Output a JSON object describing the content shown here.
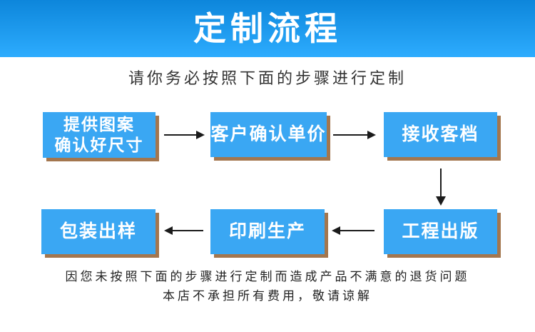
{
  "theme": {
    "banner_top": "#0d86db",
    "banner_bottom": "#2dacfe",
    "box_blue": "#3aa7f3",
    "box_shadow_brown": "#a3764e",
    "arrow_black": "#1b1b1b",
    "text_dark": "#333333",
    "text_white": "#ffffff"
  },
  "banner": {
    "title": "定制流程"
  },
  "subtitle": "请你务必按照下面的步骤进行定制",
  "flow": {
    "steps": [
      {
        "key": "provide-artwork",
        "lines": [
          "提供图案",
          "确认好尺寸"
        ]
      },
      {
        "key": "confirm-price",
        "lines": [
          "客户确认单价"
        ]
      },
      {
        "key": "receive-file",
        "lines": [
          "接收客档"
        ]
      },
      {
        "key": "engineering-output",
        "lines": [
          "工程出版"
        ]
      },
      {
        "key": "print-production",
        "lines": [
          "印刷生产"
        ]
      },
      {
        "key": "packaging-sample",
        "lines": [
          "包装出样"
        ]
      }
    ],
    "connections": [
      "提供图案确认好尺寸 → 客户确认单价",
      "客户确认单价 → 接收客档",
      "接收客档 ↓ 工程出版",
      "工程出版 → 印刷生产",
      "印刷生产 → 包装出样"
    ]
  },
  "footer": {
    "line1": "因您未按照下面的步骤进行定制而造成产品不满意的退货问题",
    "line2": "本店不承担所有费用，敬请谅解"
  }
}
